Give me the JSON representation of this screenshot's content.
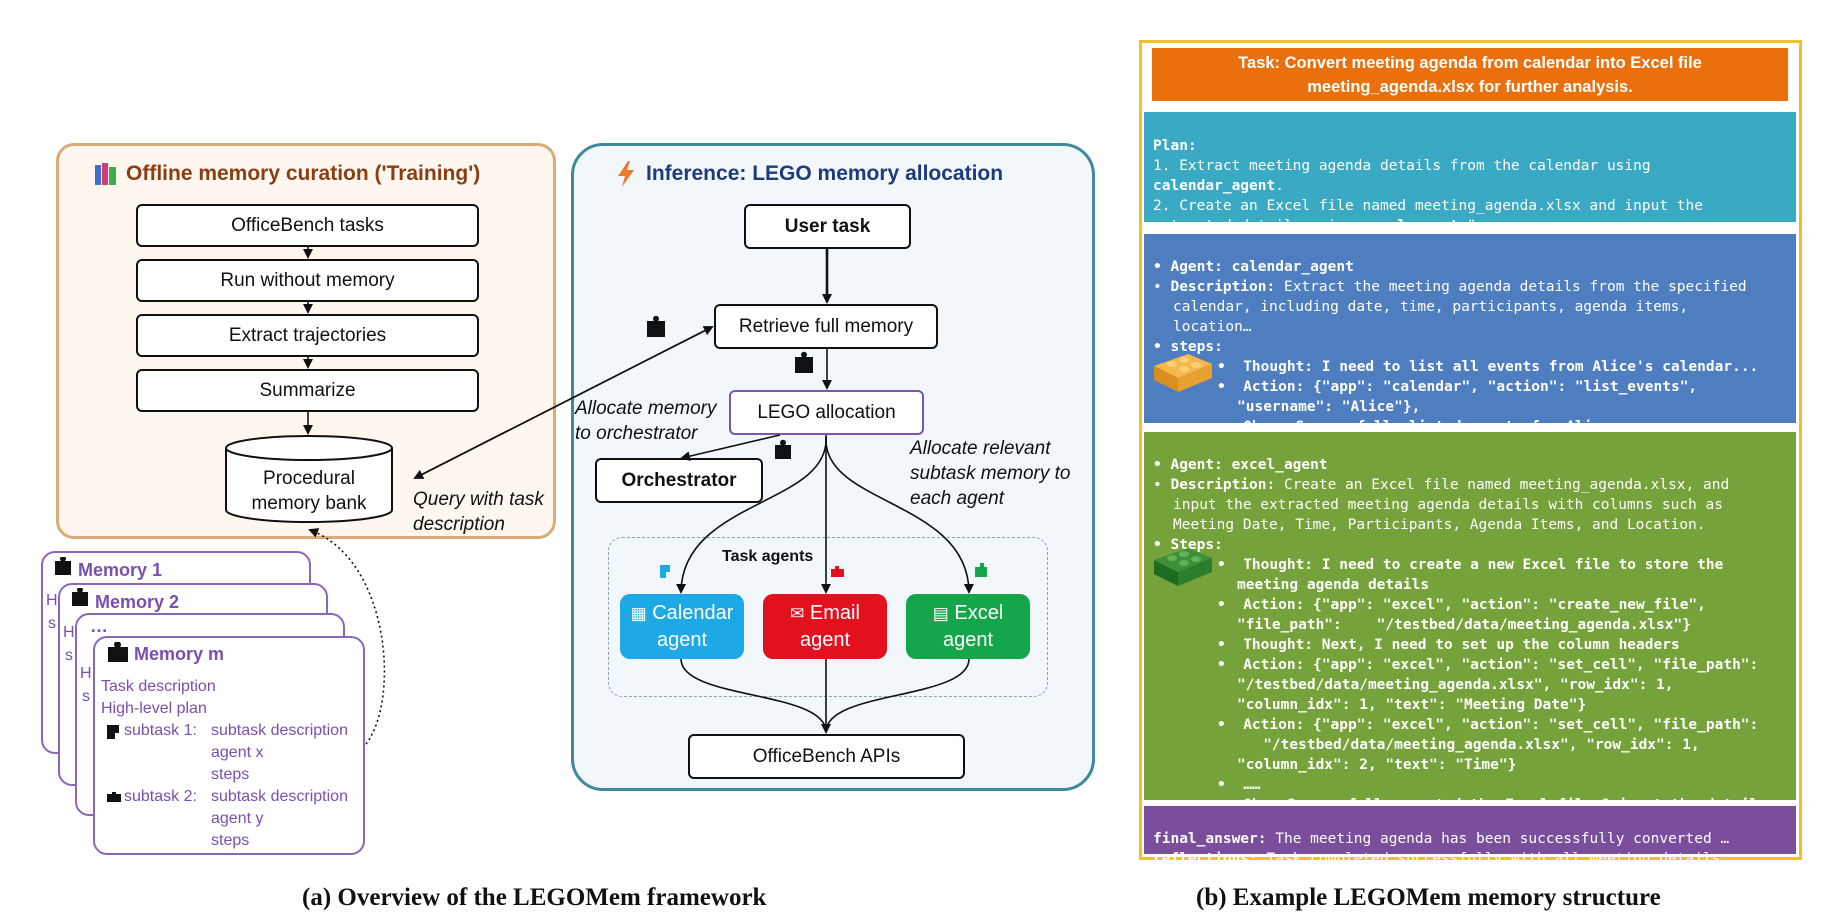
{
  "offline": {
    "title": "Offline memory curation ('Training')",
    "steps": [
      "OfficeBench tasks",
      "Run without memory",
      "Extract trajectories",
      "Summarize"
    ],
    "bank_line1": "Procedural",
    "bank_line2": "memory bank",
    "query_line1": "Query with task",
    "query_line2": "description"
  },
  "inference": {
    "title": "Inference: LEGO memory allocation",
    "user_task": "User task",
    "retrieve": "Retrieve full memory",
    "lego_alloc": "LEGO allocation",
    "alloc_orch_1": "Allocate memory",
    "alloc_orch_2": "to orchestrator",
    "orchestrator": "Orchestrator",
    "alloc_rel_1": "Allocate relevant",
    "alloc_rel_2": "subtask memory to",
    "alloc_rel_3": "each agent",
    "task_agents": "Task agents",
    "agents": [
      {
        "l1": "Calendar",
        "l2": "agent",
        "color": "#1ca9e6"
      },
      {
        "l1": "Email",
        "l2": "agent",
        "color": "#e3101d"
      },
      {
        "l1": "Excel",
        "l2": "agent",
        "color": "#13a64a"
      }
    ],
    "apis": "OfficeBench APIs"
  },
  "memories": {
    "m1": "Memory 1",
    "m2": "Memory 2",
    "m3": "…",
    "mm": "Memory m",
    "task_desc": "Task description",
    "plan": "High-level plan",
    "sub1_label": "subtask 1:",
    "sub1_desc": "subtask description",
    "sub1_agent": "agent x",
    "sub1_steps": "steps",
    "sub2_label": "subtask 2:",
    "sub2_desc": "subtask description",
    "sub2_agent": "agent y",
    "sub2_steps": "steps",
    "peek_h": "H",
    "peek_s": "s"
  },
  "example": {
    "task_l1": "Task:  Convert meeting agenda from calendar into Excel file",
    "task_l2": "meeting_agenda.xlsx for further analysis.",
    "plan": {
      "label": "Plan:",
      "l1": "1. Extract meeting agenda details from the calendar using",
      "l2": "calendar_agent",
      "l2_tail": ".",
      "l3": "2. Create an Excel file named meeting_agenda.xlsx and input the",
      "l4a": "extracted details using ",
      "l4b": "excel_agent",
      "l4c": ".\""
    },
    "cal": {
      "agent": "Agent: calendar_agent",
      "desc_label": "Description:",
      "desc1": " Extract the meeting agenda details from the specified",
      "desc2": "calendar, including date, time, participants, agenda items,",
      "desc3": "location…",
      "steps": "steps:",
      "s1": "Thought: I need to list all events from Alice's calendar...",
      "s2": "Action: {\"app\": \"calendar\", \"action\": \"list_events\",",
      "s3": "\"username\": \"Alice\"},",
      "s4": "Obs.: Successfully listed events for Alice…"
    },
    "xl": {
      "agent": "Agent: excel_agent",
      "desc_label": "Description:",
      "desc1": " Create an Excel file named meeting_agenda.xlsx, and",
      "desc2": "input the extracted meeting agenda details with columns such as",
      "desc3": "Meeting Date, Time, Participants, Agenda Items, and Location.",
      "steps": "Steps:",
      "l1": "Thought: I need to create a new Excel file to store the",
      "l2": "meeting agenda details",
      "l3": "Action: {\"app\": \"excel\", \"action\": \"create_new_file\",",
      "l4": "\"file_path\":    \"/testbed/data/meeting_agenda.xlsx\"}",
      "l5": "Thought: Next, I need to set up the column headers",
      "l6": "Action: {\"app\": \"excel\", \"action\": \"set_cell\", \"file_path\":",
      "l7": "\"/testbed/data/meeting_agenda.xlsx\", \"row_idx\": 1,",
      "l8": "\"column_idx\": 1, \"text\": \"Meeting Date\"}",
      "l9": "Action: {\"app\": \"excel\", \"action\": \"set_cell\", \"file_path\":",
      "l10": "   \"/testbed/data/meeting_agenda.xlsx\", \"row_idx\": 1,",
      "l11": "\"column_idx\": 2, \"text\": \"Time\"}",
      "l12": "……",
      "l13": "Obs: Successfully created the Excel file & input the details"
    },
    "final": {
      "fa_label": "final_answer:",
      "fa": " The meeting agenda has been successfully converted …",
      "rf_label": "reflections:",
      "rf": " Task completed successfully with all meeting details …"
    }
  },
  "captions": {
    "a": "(a) Overview of the LEGOMem framework",
    "b": "(b) Example LEGOMem memory structure"
  },
  "colors": {
    "offline_border": "#d9ab79",
    "offline_bg": "#fdf7f0",
    "offline_title": "#8b3d14",
    "inference_border": "#3e8a9b",
    "inference_bg": "#f1f7fb",
    "inference_title": "#1f3a7a",
    "task_bar": "#ea700d",
    "plan_bg": "#3aa9c4",
    "cal_bg": "#4f7ec0",
    "xl_bg": "#75a23b",
    "final_bg": "#7a4e9c",
    "frame": "#f0c02c"
  }
}
